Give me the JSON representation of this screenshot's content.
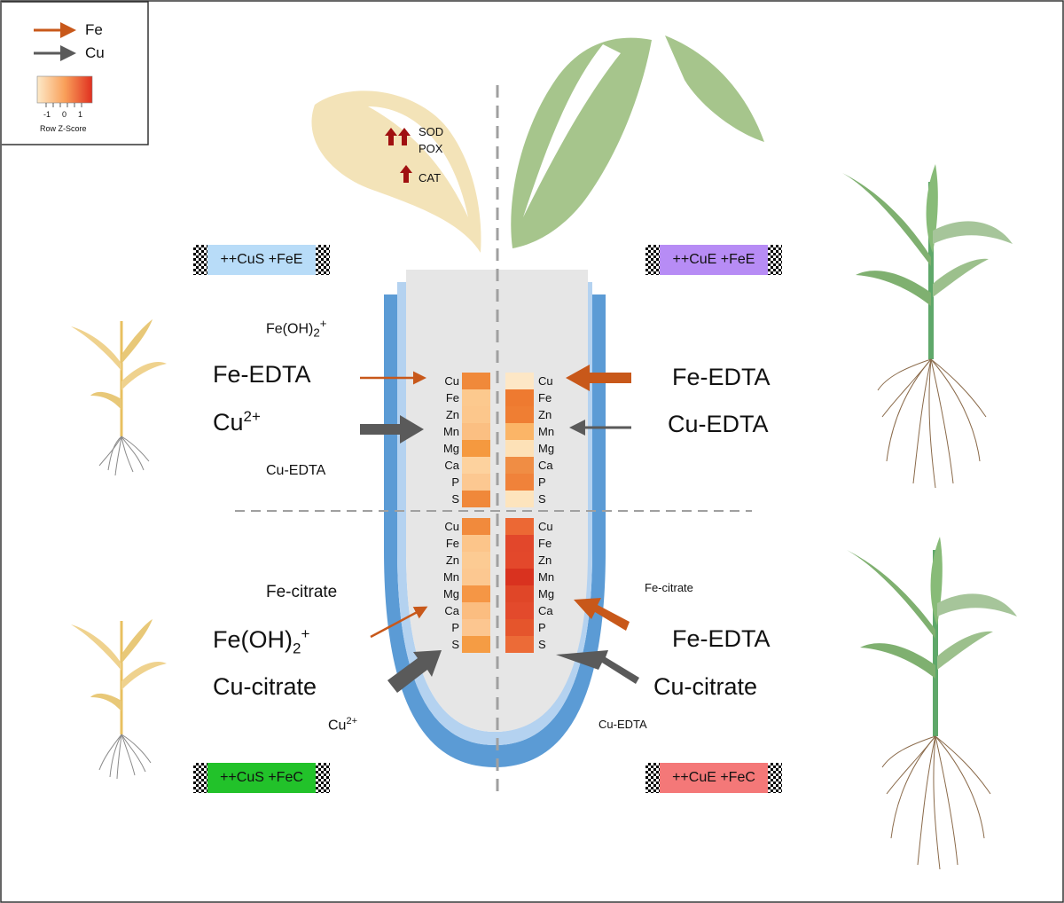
{
  "legend": {
    "fe_label": "Fe",
    "cu_label": "Cu",
    "scale_title": "Row Z-Score",
    "ticks": [
      "-1",
      "0",
      "1"
    ],
    "fe_color": "#c8581a",
    "cu_color": "#5a5a5a"
  },
  "leaf": {
    "enzyme1": "SOD",
    "enzyme2": "POX",
    "enzyme3": "CAT",
    "arrow_color": "#a01010"
  },
  "treatments": {
    "top_left": {
      "label": "++CuS +FeE",
      "color": "#b8dcf8"
    },
    "top_right": {
      "label": "++CuE +FeE",
      "color": "#b78cf5"
    },
    "bottom_left": {
      "label": "++CuS +FeC",
      "color": "#22c22a"
    },
    "bottom_right": {
      "label": "++CuE +FeC",
      "color": "#f47878"
    }
  },
  "species": {
    "tl_small": "Fe(OH)",
    "tl_small_sub": "2",
    "tl_small_sup": "+",
    "tl_fe": "Fe-EDTA",
    "tl_cu": "Cu",
    "tl_cu_sup": "2+",
    "tl_cu_small": "Cu-EDTA",
    "tr_fe": "Fe-EDTA",
    "tr_cu": "Cu-EDTA",
    "bl_small": "Fe-citrate",
    "bl_fe": "Fe(OH)",
    "bl_fe_sub": "2",
    "bl_fe_sup": "+",
    "bl_cu": "Cu-citrate",
    "bl_cu_small": "Cu",
    "bl_cu_small_sup": "2+",
    "br_small": "Fe-citrate",
    "br_fe": "Fe-EDTA",
    "br_cu": "Cu-citrate",
    "br_cu_small": "Cu-EDTA"
  },
  "elements": [
    "Cu",
    "Fe",
    "Zn",
    "Mn",
    "Mg",
    "Ca",
    "P",
    "S"
  ],
  "heatmaps": {
    "top_left": [
      "#f0893a",
      "#fcc98e",
      "#fcc78c",
      "#fbbf82",
      "#f5993f",
      "#fdd29e",
      "#fcc891",
      "#f0883a"
    ],
    "top_right": [
      "#fde7c6",
      "#ee7a30",
      "#ef7e33",
      "#fbb567",
      "#fde1b7",
      "#f08d44",
      "#f0823a",
      "#fde4bd"
    ],
    "bottom_left": [
      "#f18a3c",
      "#fcc58a",
      "#fccb93",
      "#fcc891",
      "#f59645",
      "#fbbd80",
      "#fcc690",
      "#f59c44"
    ],
    "bottom_right": [
      "#ec6834",
      "#e2472b",
      "#e3482b",
      "#d9321f",
      "#e04628",
      "#e34a2c",
      "#e5552c",
      "#ec6b37"
    ]
  }
}
